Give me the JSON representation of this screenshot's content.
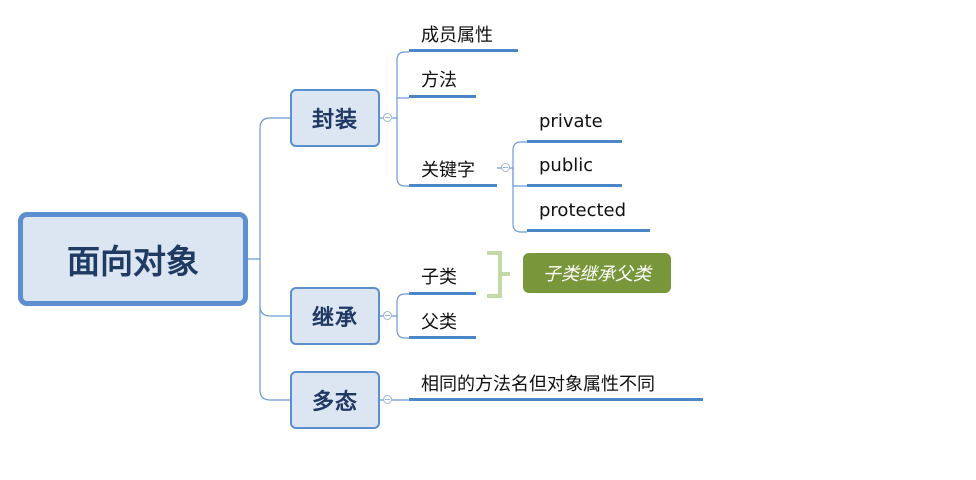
{
  "root": {
    "label": "面向对象"
  },
  "branches": [
    {
      "label": "封装",
      "children": [
        {
          "label": "成员属性"
        },
        {
          "label": "方法"
        },
        {
          "label": "关键字",
          "children": [
            {
              "label": "private"
            },
            {
              "label": "public"
            },
            {
              "label": "protected"
            }
          ]
        }
      ]
    },
    {
      "label": "继承",
      "children": [
        {
          "label": "子类"
        },
        {
          "label": "父类"
        }
      ],
      "summary": "子类继承父类"
    },
    {
      "label": "多态",
      "children": [
        {
          "label": "相同的方法名但对象属性不同"
        }
      ]
    }
  ],
  "colors": {
    "line": "#6b9ad6",
    "underline": "#4a86c8",
    "node_fill": "#dce6f2",
    "node_border": "#5b8fcf",
    "summary_fill": "#78963a",
    "brace": "#c5d9a8"
  }
}
